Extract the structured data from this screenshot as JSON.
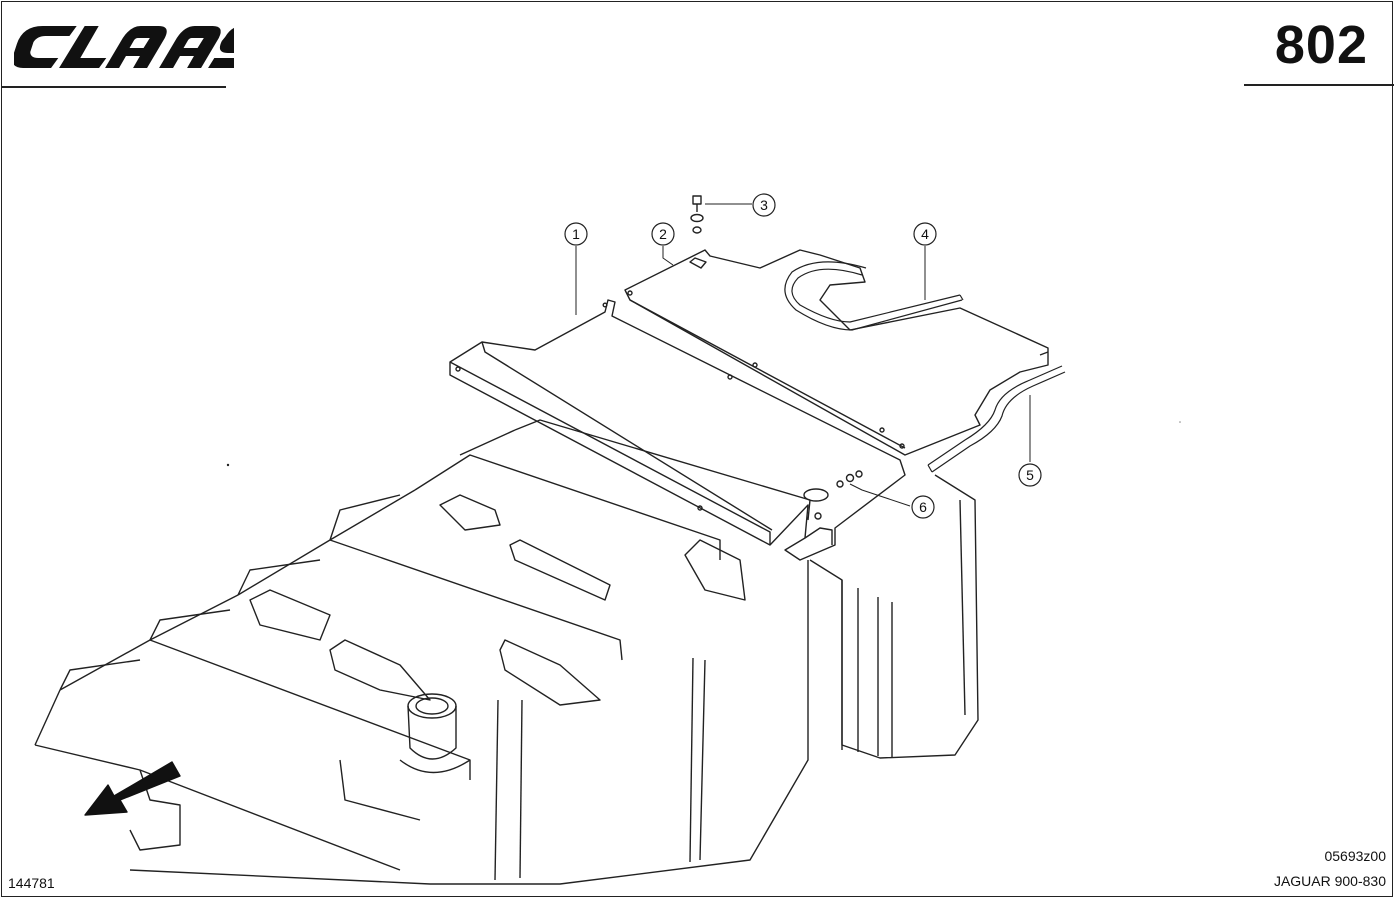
{
  "header": {
    "brand": "CLAAS",
    "page_number": "802"
  },
  "callouts": [
    "1",
    "2",
    "3",
    "4",
    "5",
    "6"
  ],
  "footer": {
    "figure_id": "144781",
    "drawing_code": "05693z00",
    "model": "JAGUAR 900-830"
  }
}
